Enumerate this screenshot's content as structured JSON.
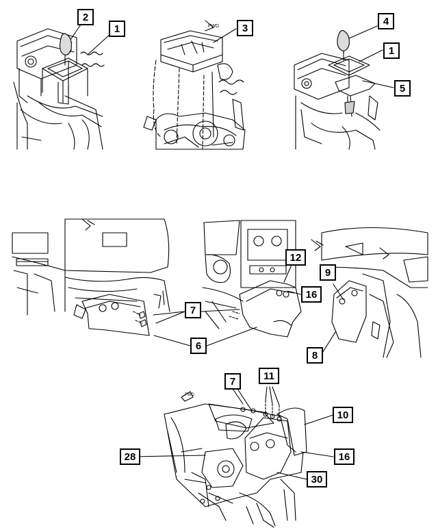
{
  "diagram": {
    "callouts": [
      {
        "id": "c2a",
        "label": "2"
      },
      {
        "id": "c1a",
        "label": "1"
      },
      {
        "id": "c3",
        "label": "3"
      },
      {
        "id": "c4",
        "label": "4"
      },
      {
        "id": "c1b",
        "label": "1"
      },
      {
        "id": "c5",
        "label": "5"
      },
      {
        "id": "c12",
        "label": "12"
      },
      {
        "id": "c16a",
        "label": "16"
      },
      {
        "id": "c9",
        "label": "9"
      },
      {
        "id": "c7a",
        "label": "7"
      },
      {
        "id": "c6",
        "label": "6"
      },
      {
        "id": "c8",
        "label": "8"
      },
      {
        "id": "c11",
        "label": "11"
      },
      {
        "id": "c7b",
        "label": "7"
      },
      {
        "id": "c10",
        "label": "10"
      },
      {
        "id": "c28",
        "label": "28"
      },
      {
        "id": "c16b",
        "label": "16"
      },
      {
        "id": "c30",
        "label": "30"
      }
    ],
    "line_color": "#000000",
    "background": "#ffffff"
  }
}
